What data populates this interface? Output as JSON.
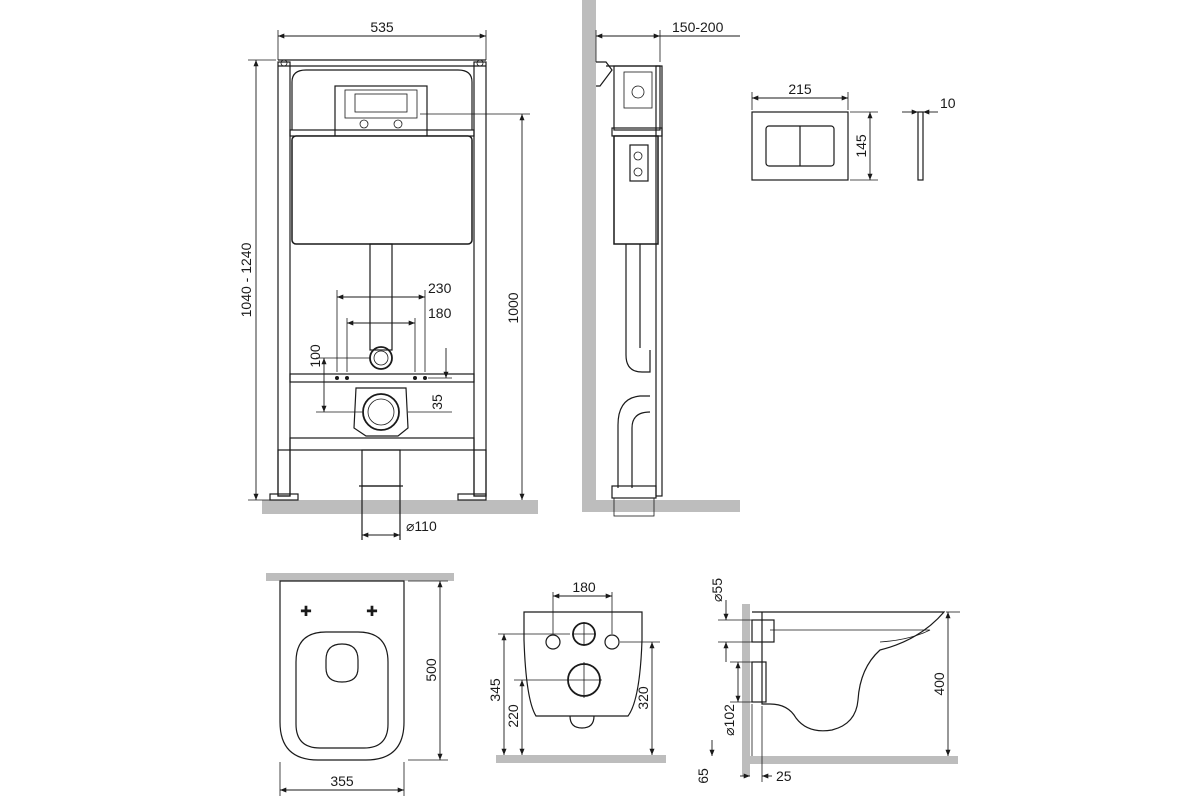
{
  "frame_front": {
    "width": "535",
    "height_range": "1040 - 1240",
    "height_to_top": "1000",
    "bolt_spacing_outer": "230",
    "bolt_spacing_inner": "180",
    "drain_offset": "100",
    "bolt_height": "35",
    "pipe_diameter": "⌀110"
  },
  "frame_side": {
    "wall_depth": "150-200"
  },
  "flush_button": {
    "width": "215",
    "height": "145",
    "thickness": "10"
  },
  "toilet_top": {
    "length": "500",
    "width": "355"
  },
  "toilet_back": {
    "bolt_spacing": "180",
    "drain_height": "345",
    "bolt_height_low": "220",
    "bolt_height_high": "320"
  },
  "toilet_side": {
    "inlet_diameter": "⌀55",
    "outlet_diameter": "⌀102",
    "height": "400",
    "floor_gap": "65",
    "wall_gap": "25"
  }
}
